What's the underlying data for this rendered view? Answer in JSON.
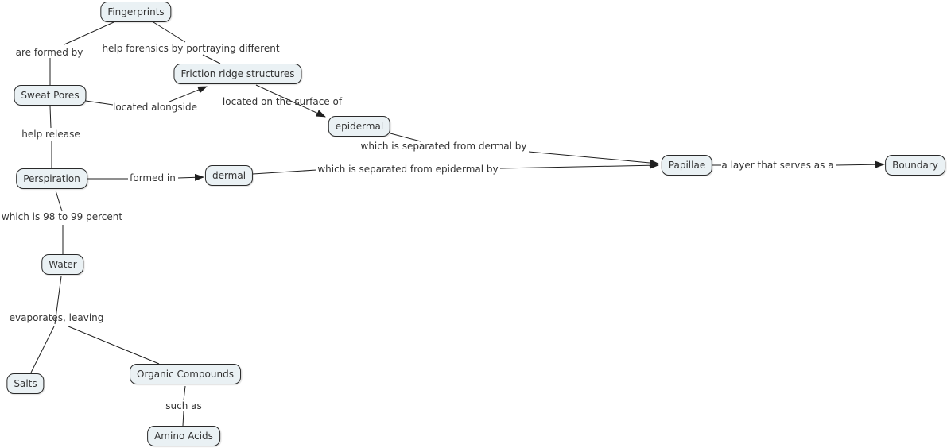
{
  "colors": {
    "background": "#ffffff",
    "node_fill": "#eaf1f4",
    "node_border": "#2a2a2a",
    "line": "#1f1f1f",
    "text": "#333333"
  },
  "nodes": [
    {
      "id": "fingerprints",
      "label": "Fingerprints"
    },
    {
      "id": "sweat-pores",
      "label": "Sweat Pores"
    },
    {
      "id": "friction-ridge-structures",
      "label": "Friction ridge structures"
    },
    {
      "id": "epidermal",
      "label": "epidermal"
    },
    {
      "id": "perspiration",
      "label": "Perspiration"
    },
    {
      "id": "dermal",
      "label": "dermal"
    },
    {
      "id": "papillae",
      "label": "Papillae"
    },
    {
      "id": "boundary",
      "label": "Boundary"
    },
    {
      "id": "water",
      "label": "Water"
    },
    {
      "id": "salts",
      "label": "Salts"
    },
    {
      "id": "organic-compounds",
      "label": "Organic Compounds"
    },
    {
      "id": "amino-acids",
      "label": "Amino Acids"
    }
  ],
  "edge_labels": [
    {
      "id": "are-formed-by",
      "text": "are formed by"
    },
    {
      "id": "help-forensics",
      "text": "help forensics by portraying different"
    },
    {
      "id": "located-alongside",
      "text": "located alongside"
    },
    {
      "id": "located-on-surface",
      "text": "located on the surface of"
    },
    {
      "id": "help-release",
      "text": "help release"
    },
    {
      "id": "separated-from-dermal",
      "text": "which is separated from dermal by"
    },
    {
      "id": "formed-in",
      "text": "formed in"
    },
    {
      "id": "separated-from-epidermal",
      "text": "which is separated from epidermal by"
    },
    {
      "id": "layer-serves-as",
      "text": "a layer that serves as a"
    },
    {
      "id": "98-99-percent",
      "text": "which is 98 to 99 percent"
    },
    {
      "id": "evaporates-leaving",
      "text": "evaporates, leaving"
    },
    {
      "id": "such-as",
      "text": "such as"
    }
  ],
  "relations": [
    {
      "from": "Fingerprints",
      "label": "are formed by",
      "to": "Sweat Pores"
    },
    {
      "from": "Fingerprints",
      "label": "help forensics by portraying different",
      "to": "Friction ridge structures"
    },
    {
      "from": "Sweat Pores",
      "label": "located alongside",
      "to": "Friction ridge structures"
    },
    {
      "from": "Friction ridge structures",
      "label": "located on the surface of",
      "to": "epidermal"
    },
    {
      "from": "epidermal",
      "label": "which is separated from dermal by",
      "to": "Papillae"
    },
    {
      "from": "dermal",
      "label": "which is separated from epidermal by",
      "to": "Papillae"
    },
    {
      "from": "Sweat Pores",
      "label": "help release",
      "to": "Perspiration"
    },
    {
      "from": "Perspiration",
      "label": "formed in",
      "to": "dermal"
    },
    {
      "from": "Papillae",
      "label": "a layer that serves as a",
      "to": "Boundary"
    },
    {
      "from": "Perspiration",
      "label": "which is 98 to 99 percent",
      "to": "Water"
    },
    {
      "from": "Water",
      "label": "evaporates, leaving",
      "to": "Salts"
    },
    {
      "from": "Water",
      "label": "evaporates, leaving",
      "to": "Organic Compounds"
    },
    {
      "from": "Organic Compounds",
      "label": "such as",
      "to": "Amino Acids"
    }
  ]
}
